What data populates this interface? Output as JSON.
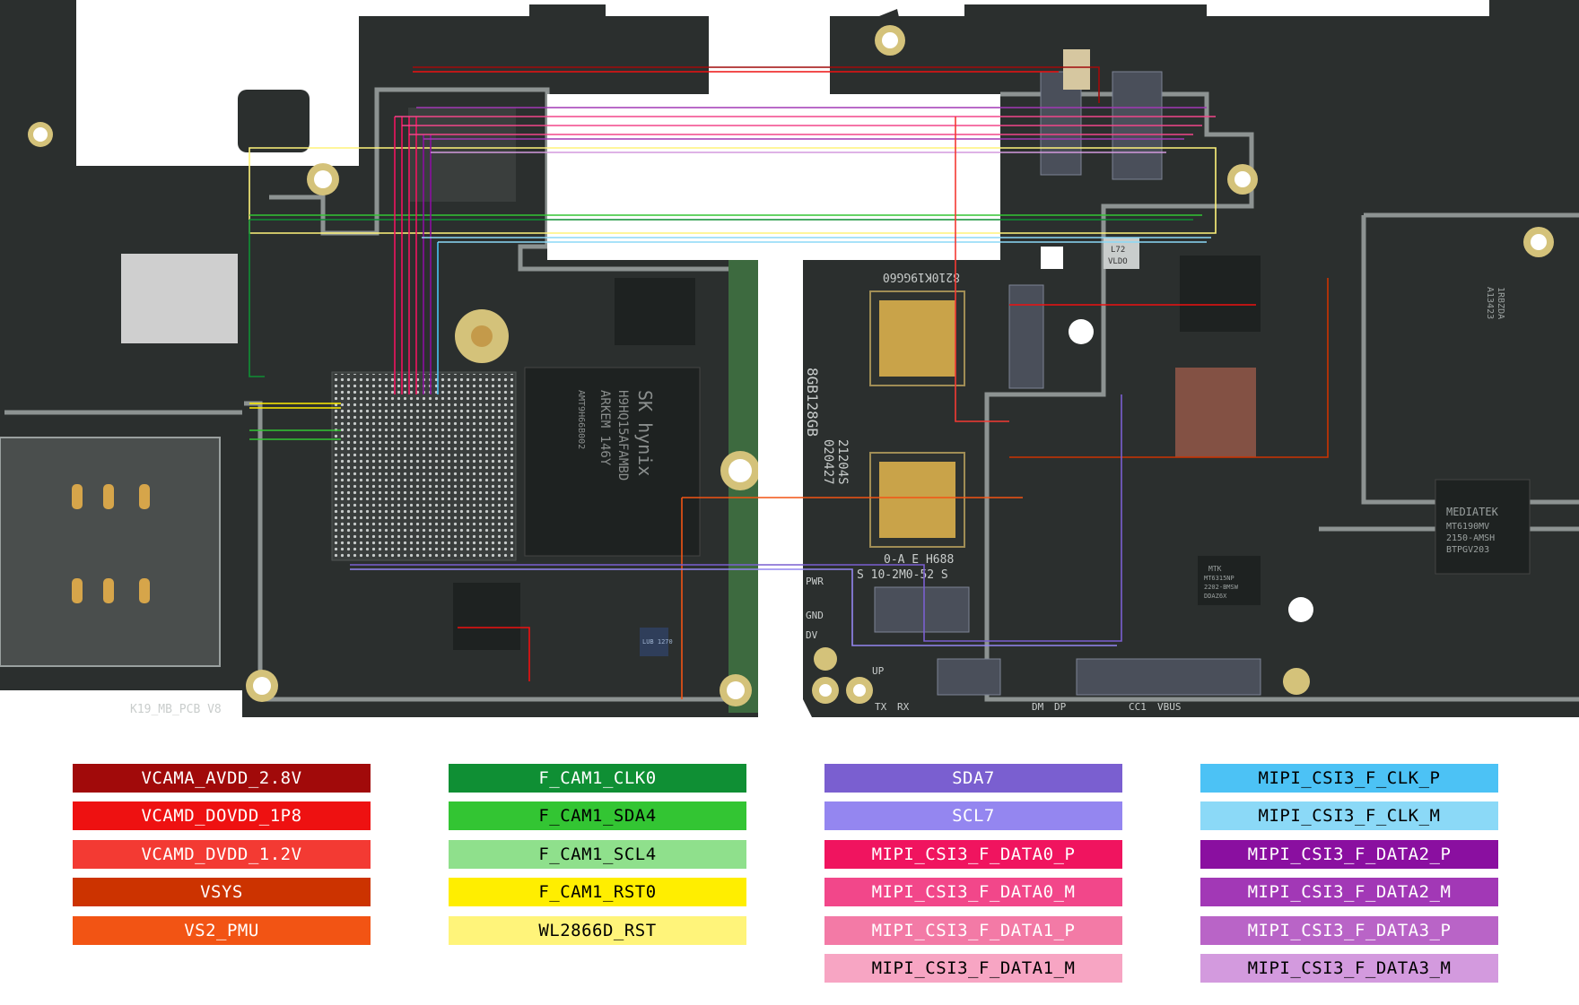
{
  "board": {
    "pcb_label": "K19_MB_PCB V8",
    "left_side": {
      "memory_chip": [
        "SK hynix",
        "H9HQ15AFAMBD",
        "ARKEM 146Y",
        "AMT9H66B002"
      ],
      "label_chip": "LUB 1270"
    },
    "right_side": {
      "storage_text": "8GB128GB",
      "date_code": [
        "21204S",
        "020427"
      ],
      "flip_text_top": "8210K19GG60",
      "flip_text_bottom": [
        "S 10-2M0-52 S",
        "0-A E H688"
      ],
      "mtk_chip": [
        "MTK",
        "MT6315NP",
        "2202-BMSW",
        "DDAZ6X"
      ],
      "mediatek_chip": [
        "MEDIATEK",
        "MT6190MV",
        "2150-AMSH",
        "BTPGV203"
      ],
      "side_chip": [
        "1RBZDA",
        "A13423"
      ],
      "cap_label": [
        "L72",
        "VLDO"
      ],
      "pads": [
        "PWR",
        "GND",
        "DV",
        "UP",
        "TX",
        "RX",
        "DM",
        "DP",
        "CC1",
        "VBUS"
      ]
    }
  },
  "legend": {
    "columns": [
      [
        {
          "label": "VCAMA_AVDD_2.8V",
          "color": "#a10a0a",
          "text_color": "#ffffff"
        },
        {
          "label": "VCAMD_DOVDD_1P8",
          "color": "#ee1111",
          "text_color": "#ffffff"
        },
        {
          "label": "VCAMD_DVDD_1.2V",
          "color": "#f33a33",
          "text_color": "#ffffff"
        },
        {
          "label": "VSYS",
          "color": "#cc3300",
          "text_color": "#ffffff"
        },
        {
          "label": "VS2_PMU",
          "color": "#f25414",
          "text_color": "#ffffff"
        }
      ],
      [
        {
          "label": "F_CAM1_CLK0",
          "color": "#0f8f34",
          "text_color": "#ffffff"
        },
        {
          "label": "F_CAM1_SDA4",
          "color": "#33c533",
          "text_color": "#000000"
        },
        {
          "label": "F_CAM1_SCL4",
          "color": "#8fe08c",
          "text_color": "#000000"
        },
        {
          "label": "F_CAM1_RST0",
          "color": "#ffee00",
          "text_color": "#000000"
        },
        {
          "label": "WL2866D_RST",
          "color": "#fff47a",
          "text_color": "#000000"
        }
      ],
      [
        {
          "label": "SDA7",
          "color": "#7a5fd0",
          "text_color": "#ffffff"
        },
        {
          "label": "SCL7",
          "color": "#9486f0",
          "text_color": "#ffffff"
        },
        {
          "label": "MIPI_CSI3_F_DATA0_P",
          "color": "#f0145f",
          "text_color": "#ffffff"
        },
        {
          "label": "MIPI_CSI3_F_DATA0_M",
          "color": "#f2478a",
          "text_color": "#ffffff"
        },
        {
          "label": "MIPI_CSI3_F_DATA1_P",
          "color": "#f37aa6",
          "text_color": "#ffffff"
        },
        {
          "label": "MIPI_CSI3_F_DATA1_M",
          "color": "#f7a5c3",
          "text_color": "#000000"
        }
      ],
      [
        {
          "label": "MIPI_CSI3_F_CLK_P",
          "color": "#4cc2f5",
          "text_color": "#000000"
        },
        {
          "label": "MIPI_CSI3_F_CLK_M",
          "color": "#8bd9f7",
          "text_color": "#000000"
        },
        {
          "label": "MIPI_CSI3_F_DATA2_P",
          "color": "#8a0fa0",
          "text_color": "#ffffff"
        },
        {
          "label": "MIPI_CSI3_F_DATA2_M",
          "color": "#a238b6",
          "text_color": "#ffffff"
        },
        {
          "label": "MIPI_CSI3_F_DATA3_P",
          "color": "#b964c7",
          "text_color": "#ffffff"
        },
        {
          "label": "MIPI_CSI3_F_DATA3_M",
          "color": "#d39ade",
          "text_color": "#000000"
        }
      ]
    ]
  }
}
